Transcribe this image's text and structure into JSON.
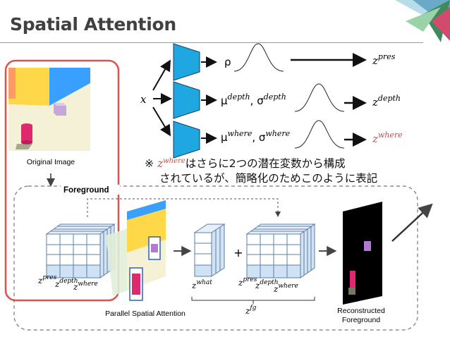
{
  "title": "Spatial Attention",
  "colors": {
    "accent_red": "#c0504d",
    "encoder_blue": "#1ea7e1",
    "cube_blue": "#cfe2f3",
    "frame_red": "#d9534f",
    "title_gray": "#404040"
  },
  "top": {
    "input_symbol": "x",
    "rows": [
      {
        "param": "ρ",
        "param_sup": "",
        "param2": "",
        "param2_sup": "",
        "out_base": "z",
        "out_sup": "pres"
      },
      {
        "param": "μ",
        "param_sup": "depth",
        "param2": ", σ",
        "param2_sup": "depth",
        "out_base": "z",
        "out_sup": "depth"
      },
      {
        "param": "μ",
        "param_sup": "where",
        "param2": ", σ",
        "param2_sup": "where",
        "out_base": "z",
        "out_sup": "where"
      }
    ]
  },
  "note": {
    "mark": "※",
    "z": "z",
    "z_sup": "where",
    "line1_rest": "はさらに2つの潜在変数から構成",
    "line2": "されているが、簡略化のためこのように表記"
  },
  "labels": {
    "original_image": "Original Image",
    "foreground": "Foreground",
    "parallel_spatial_attention": "Parallel Spatial Attention",
    "reconstructed_line1": "Reconstructed",
    "reconstructed_line2": "Foreground",
    "plus": "+"
  },
  "latents": {
    "left_pres": "pres",
    "left_depth": "depth",
    "left_where": "where",
    "what": "what",
    "right_pres": "pres",
    "right_depth": "depth",
    "right_where": "where",
    "fg": "fg",
    "z": "z"
  }
}
